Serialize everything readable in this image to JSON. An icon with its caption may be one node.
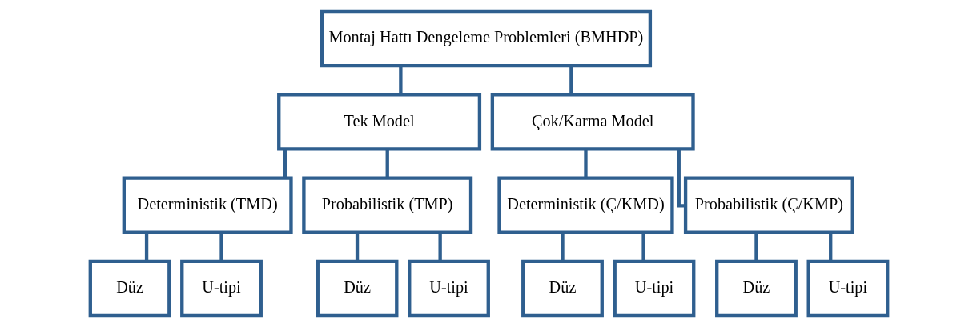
{
  "diagram": {
    "nodes": [
      {
        "text": [
          "Montaj Hattı Dengeleme Problemleri (BMHDP)"
        ]
      },
      {
        "text": [
          "Tek Model"
        ]
      },
      {
        "text": [
          "Çok/Karma Model"
        ]
      },
      {
        "text": [
          "Deterministik (TMD)"
        ]
      },
      {
        "text": [
          "Probabilistik (TMP)"
        ]
      },
      {
        "text": [
          "Deterministik (Ç/KMD)"
        ]
      },
      {
        "text": [
          "Probabilistik (Ç/KMP)"
        ]
      },
      {
        "text": [
          "Düz"
        ]
      },
      {
        "text": [
          "U-tipi"
        ]
      },
      {
        "text": [
          "Düz"
        ]
      },
      {
        "text": [
          "U-tipi"
        ]
      },
      {
        "text": [
          "Düz"
        ]
      },
      {
        "text": [
          "U-tipi"
        ]
      },
      {
        "text": [
          "Düz"
        ]
      },
      {
        "text": [
          "U-tipi"
        ]
      }
    ],
    "edges": [
      {
        "from": 0,
        "to": 1,
        "arrow": "none"
      },
      {
        "from": 0,
        "to": 2,
        "arrow": "none"
      },
      {
        "from": 1,
        "to": 3,
        "arrow": "none"
      },
      {
        "from": 1,
        "to": 4,
        "arrow": "none"
      },
      {
        "from": 2,
        "to": 5,
        "arrow": "none"
      },
      {
        "from": 2,
        "to": 6,
        "arrow": "none"
      },
      {
        "from": 3,
        "to": 7,
        "arrow": "none"
      },
      {
        "from": 3,
        "to": 8,
        "arrow": "none"
      },
      {
        "from": 4,
        "to": 9,
        "arrow": "none"
      },
      {
        "from": 4,
        "to": 10,
        "arrow": "none"
      },
      {
        "from": 5,
        "to": 11,
        "arrow": "none"
      },
      {
        "from": 5,
        "to": 12,
        "arrow": "none"
      },
      {
        "from": 6,
        "to": 13,
        "arrow": "none"
      },
      {
        "from": 6,
        "to": 14,
        "arrow": "none"
      }
    ]
  }
}
